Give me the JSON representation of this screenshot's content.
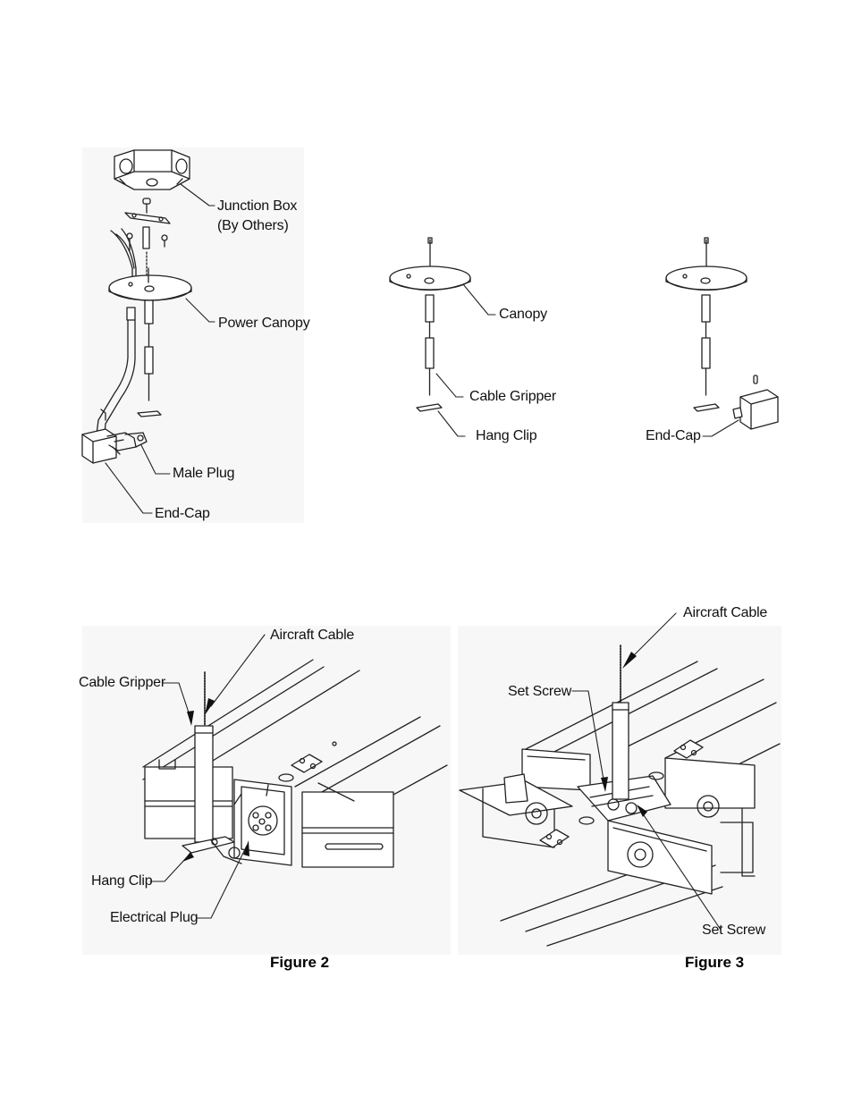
{
  "top_row": {
    "left_assembly": {
      "junction_box": "Junction Box",
      "by_others": "(By Others)",
      "power_canopy": "Power Canopy",
      "male_plug": "Male Plug",
      "end_cap": "End-Cap"
    },
    "middle_assembly": {
      "canopy": "Canopy",
      "cable_gripper": "Cable Gripper",
      "hang_clip": "Hang Clip"
    },
    "right_assembly": {
      "end_cap": "End-Cap"
    }
  },
  "figure2": {
    "caption": "Figure 2",
    "aircraft_cable": "Aircraft Cable",
    "cable_gripper": "Cable Gripper",
    "hang_clip": "Hang Clip",
    "electrical_plug": "Electrical Plug"
  },
  "figure3": {
    "caption": "Figure 3",
    "aircraft_cable": "Aircraft Cable",
    "set_screw_top": "Set Screw",
    "set_screw_bottom": "Set Screw"
  }
}
